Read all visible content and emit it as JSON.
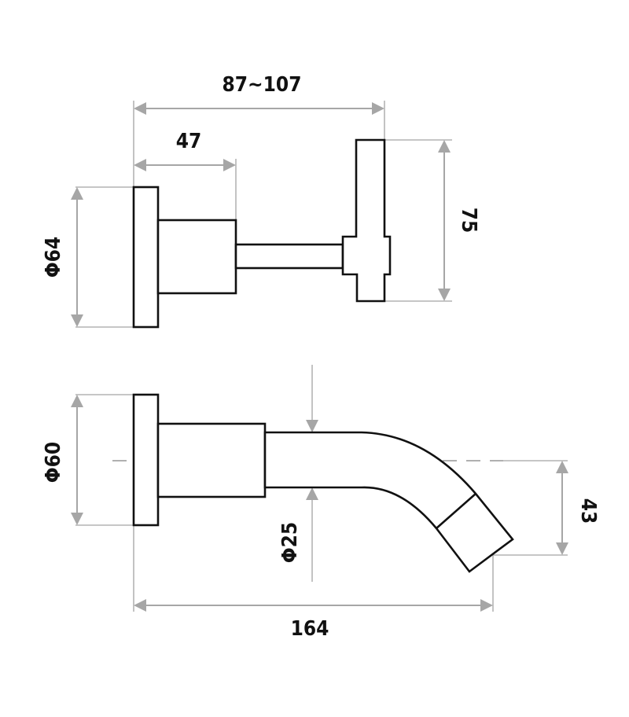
{
  "drawing": {
    "title": "",
    "units": "mm",
    "views": [
      {
        "id": "tap-handle-side-view",
        "part": "wall mounted tap with lever handle",
        "dimensions": {
          "overall_projection": "87~107",
          "body_projection": "47",
          "flange_diameter": "Φ64",
          "handle_height": "75"
        }
      },
      {
        "id": "spout-side-view",
        "part": "wall mounted curved spout",
        "dimensions": {
          "flange_diameter": "Φ60",
          "spout_diameter": "Φ25",
          "outlet_drop": "43",
          "overall_projection": "164"
        }
      }
    ]
  },
  "labels": {
    "overall_projection_top": "87~107",
    "body_projection_top": "47",
    "flange_diameter_top": "Φ64",
    "handle_height": "75",
    "flange_diameter_bottom": "Φ60",
    "spout_diameter": "Φ25",
    "outlet_drop": "43",
    "overall_projection_bottom": "164"
  },
  "colors": {
    "outline": "#111111",
    "dimension_line": "#a6a6a6",
    "background": "#ffffff"
  }
}
